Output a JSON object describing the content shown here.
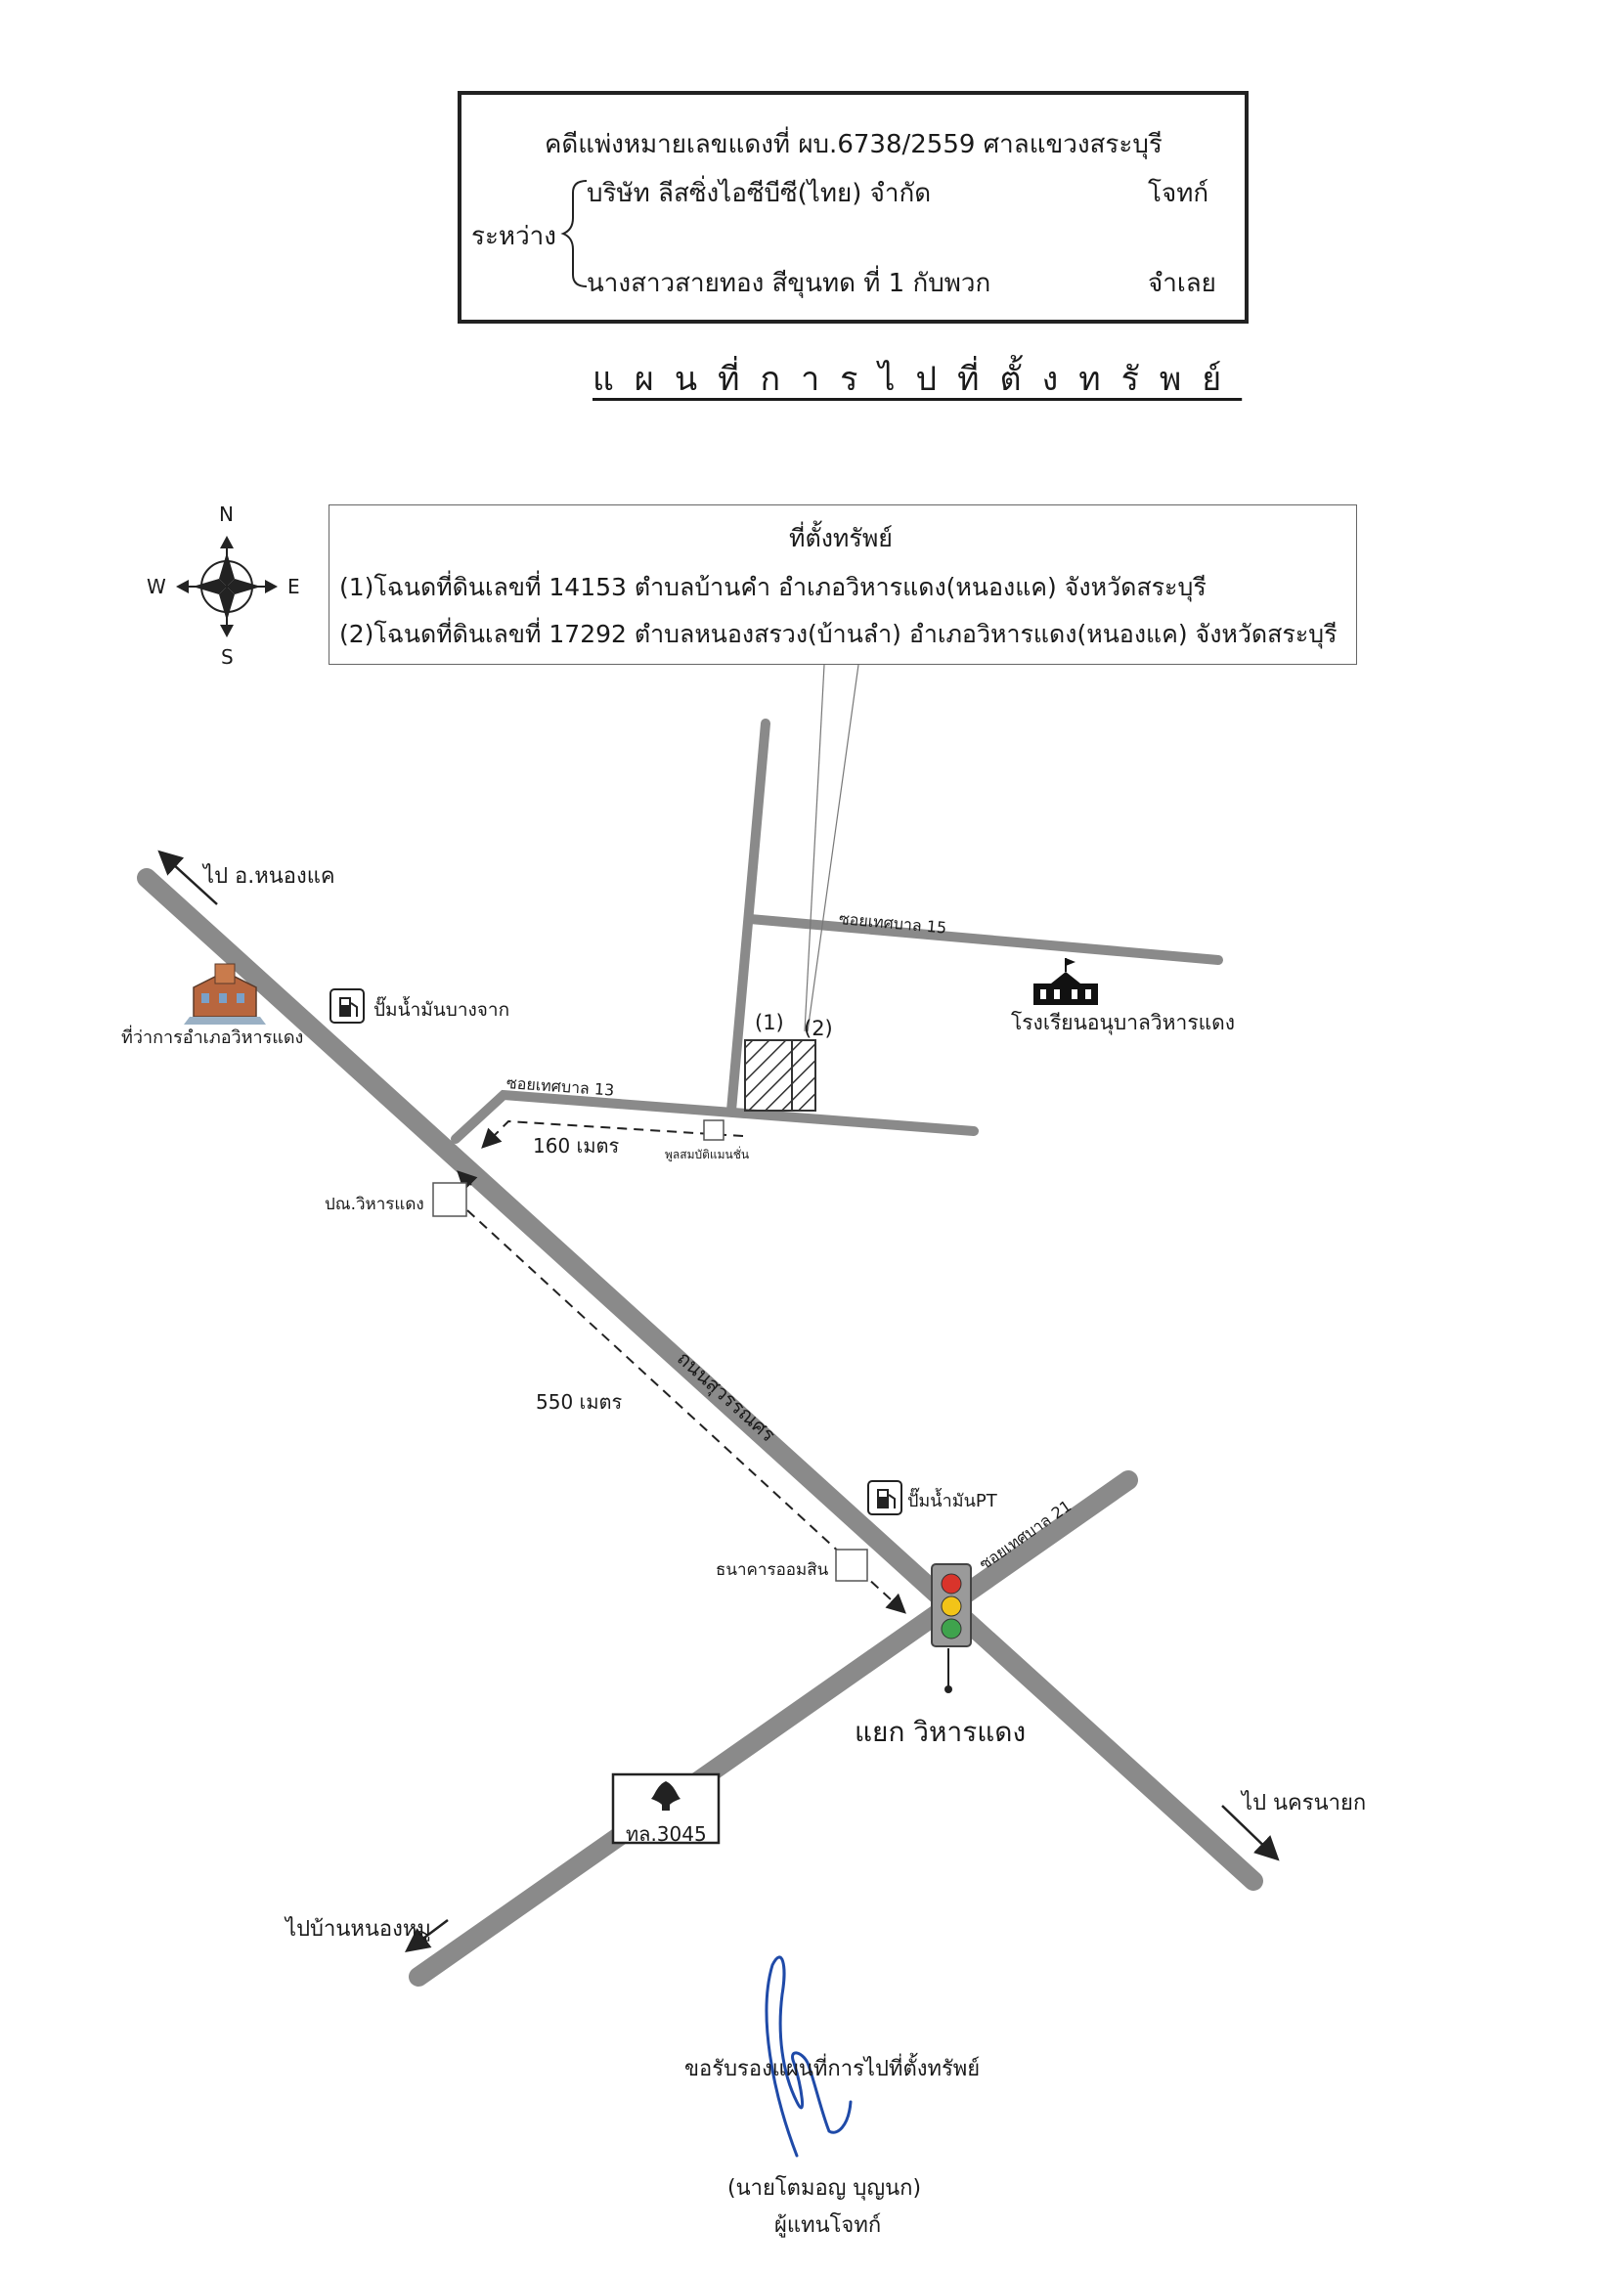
{
  "case": {
    "title": "คดีแพ่งหมายเลขแดงที่  ผบ.6738/2559   ศาลแขวงสระบุรี",
    "between_label": "ระหว่าง",
    "plaintiff_name": "บริษัท ลีสซิ่งไอซีบีซี(ไทย) จำกัด",
    "plaintiff_role": "โจทก์",
    "defendant_name": "นางสาวสายทอง  สีขุนทด  ที่  1  กับพวก",
    "defendant_role": "จำเลย"
  },
  "map_title": "แผนที่การไปที่ตั้งทรัพย์",
  "compass": {
    "n": "N",
    "s": "S",
    "e": "E",
    "w": "W"
  },
  "location_box": {
    "heading": "ที่ตั้งทรัพย์",
    "line1": "(1)โฉนดที่ดินเลขที่ 14153 ตำบลบ้านคำ  อำเภอวิหารแดง(หนองแค)  จังหวัดสระบุรี",
    "line2": "(2)โฉนดที่ดินเลขที่ 17292 ตำบลหนองสรวง(บ้านลำ)  อำเภอวิหารแดง(หนองแค)  จังหวัดสระบุรี"
  },
  "labels": {
    "to_nongkhae": "ไป อ.หนองแค",
    "district_office": "ที่ว่าการอำเภอวิหารแดง",
    "gas_bangchak": "ปั๊มน้ำมันบางจาก",
    "soi13": "ซอยเทศบาล 13",
    "soi15": "ซอยเทศบาล 15",
    "soi21": "ซอยเทศบาล 21",
    "school": "โรงเรียนอนุบาลวิหารแดง",
    "plot1": "(1)",
    "plot2": "(2)",
    "dist160": "160 เมตร",
    "police": "พูลสมบัติแมนชั่น",
    "post_office": "ปณ.วิหารแดง",
    "road": "ถนนสุวรรณศร",
    "dist550": "550 เมตร",
    "gas_pt": "ปั๊มน้ำมันPT",
    "bank": "ธนาคารออมสิน",
    "junction": "แยก วิหารแดง",
    "to_nakhonnayok": "ไป นครนายก",
    "highway": "ทล.3045",
    "to_nongmu": "ไปบ้านหนองหมู"
  },
  "signature_block": {
    "certify": "ขอรับรองแผนที่การไปที่ตั้งทรัพย์",
    "name": "(นายโตมอญ   บุญนก)",
    "role": "ผู้แทนโจทก์"
  }
}
